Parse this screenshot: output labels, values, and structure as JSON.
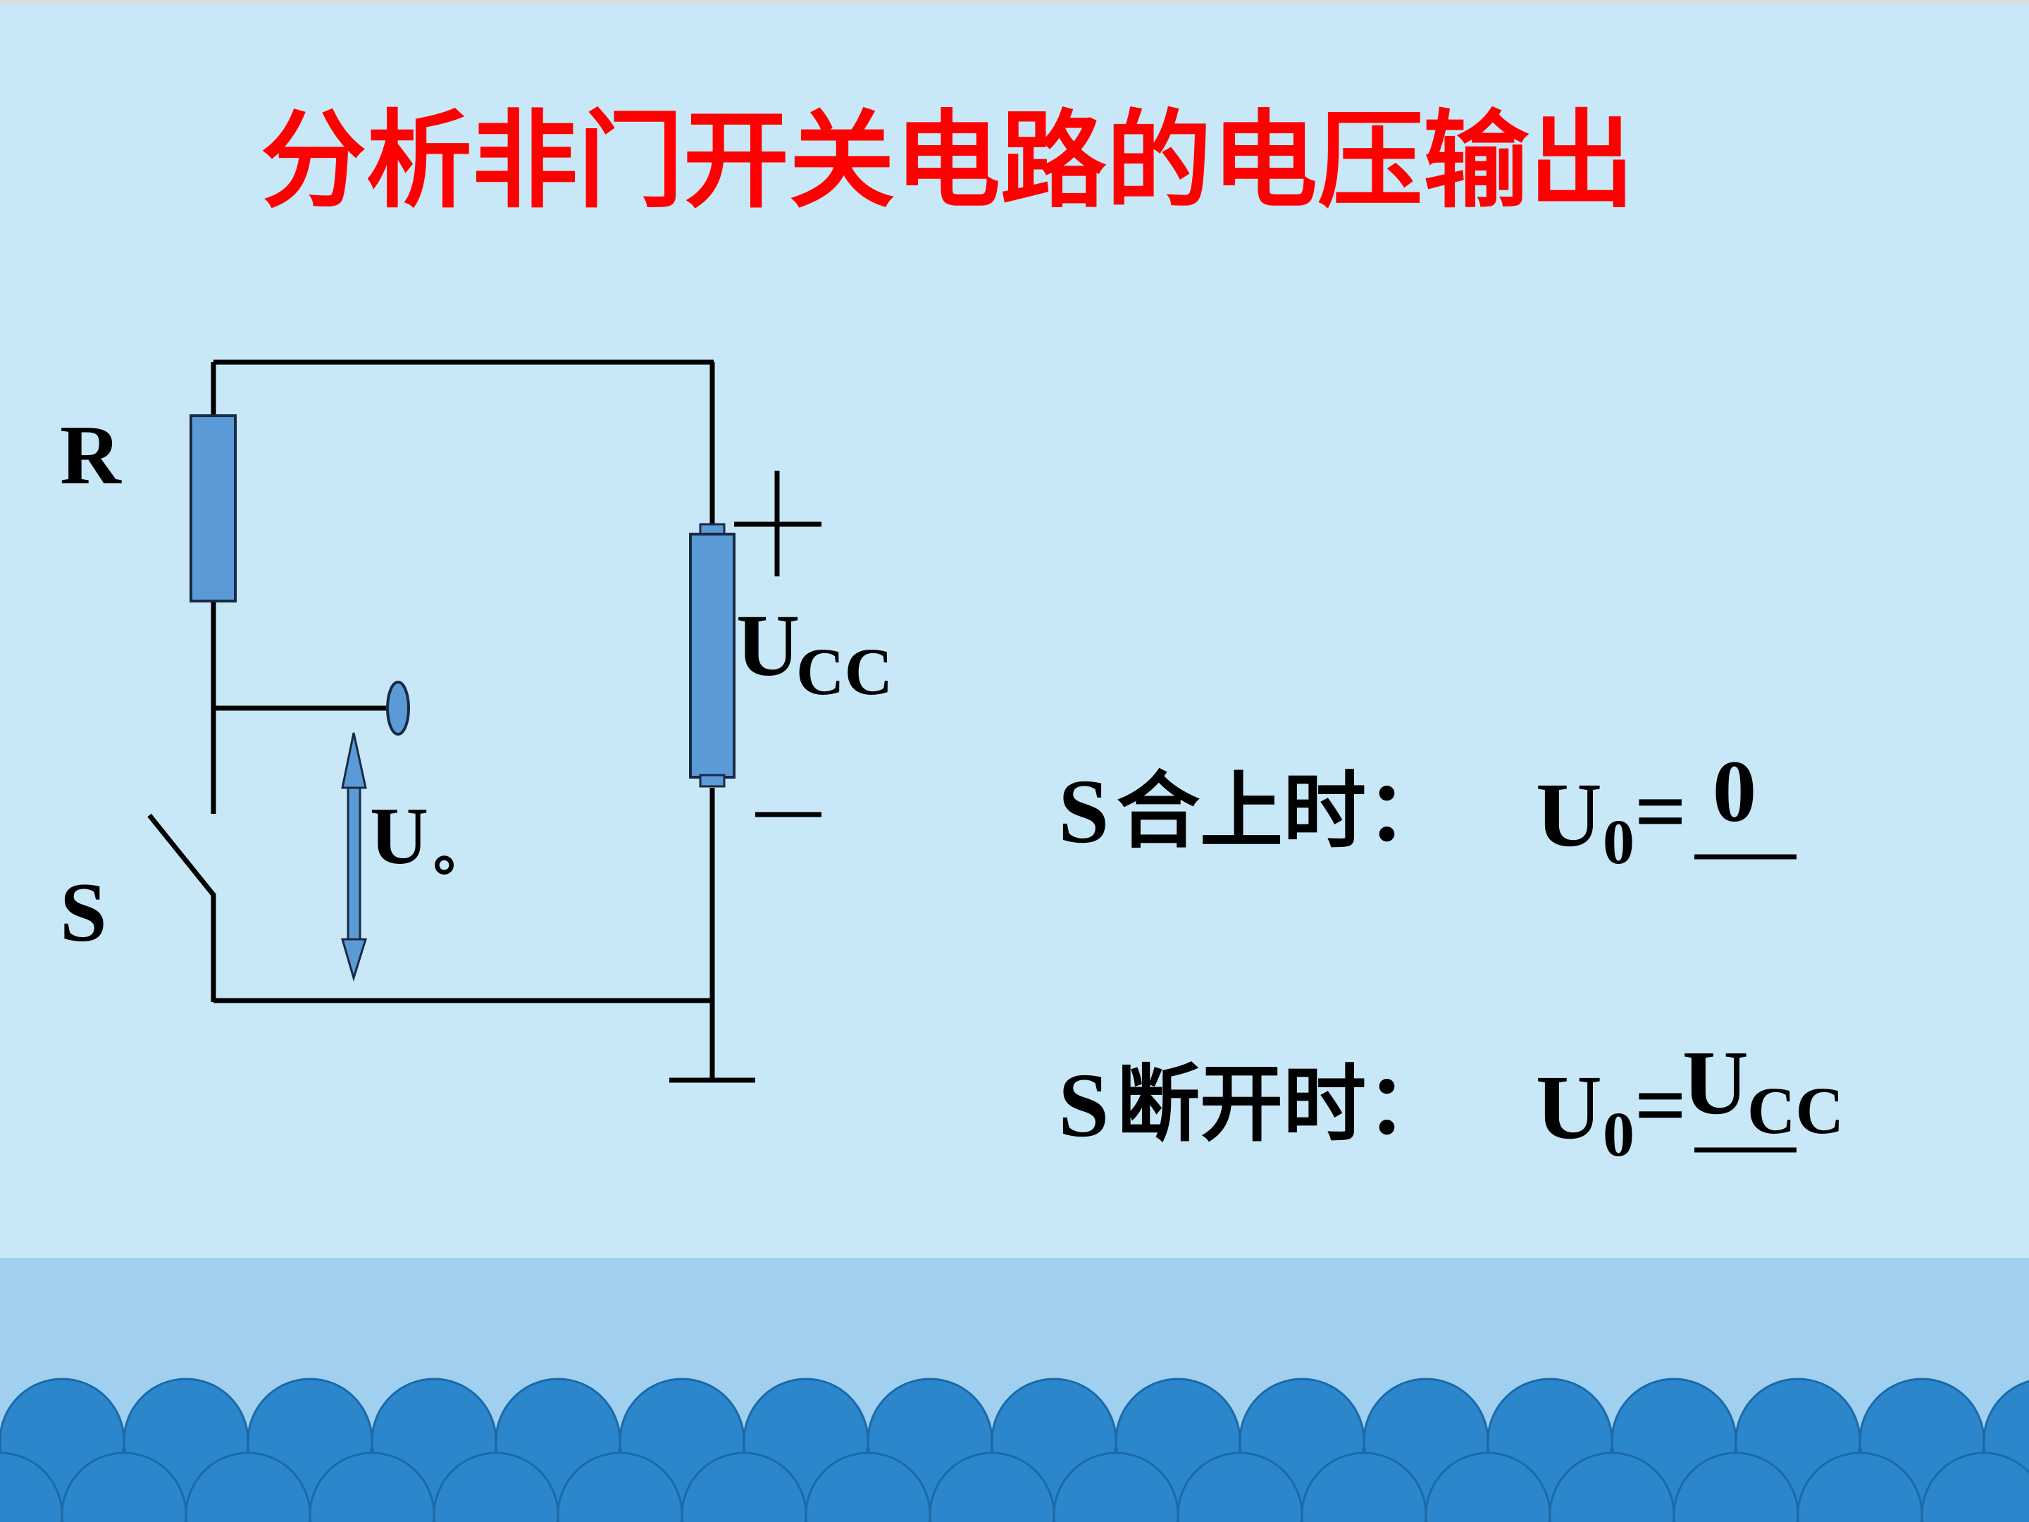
{
  "slide": {
    "title": "分析非门开关电路的电压输出",
    "colors": {
      "background": "#c8e8f8",
      "band": "#a0cff0",
      "scallop": "#2c86cc",
      "title": "#ff0000",
      "component_fill": "#5a9ad6",
      "wire": "#000000"
    }
  },
  "circuit": {
    "label_R": "R",
    "label_S": "S",
    "label_plus": "+",
    "label_minus": "−",
    "ucc": {
      "main": "U",
      "sub": "CC"
    },
    "uo": {
      "main": "U",
      "sub": "。"
    }
  },
  "answers": {
    "closed": {
      "prefix_s": "S",
      "prefix_text": "合上时：",
      "u_main": "U",
      "u_sub": "0",
      "equals": "=",
      "answer": "0"
    },
    "open": {
      "prefix_s": "S",
      "prefix_text": "断开时：",
      "u_main": "U",
      "u_sub": "0",
      "equals": "=",
      "answer_main": "U",
      "answer_sub": "CC"
    }
  }
}
